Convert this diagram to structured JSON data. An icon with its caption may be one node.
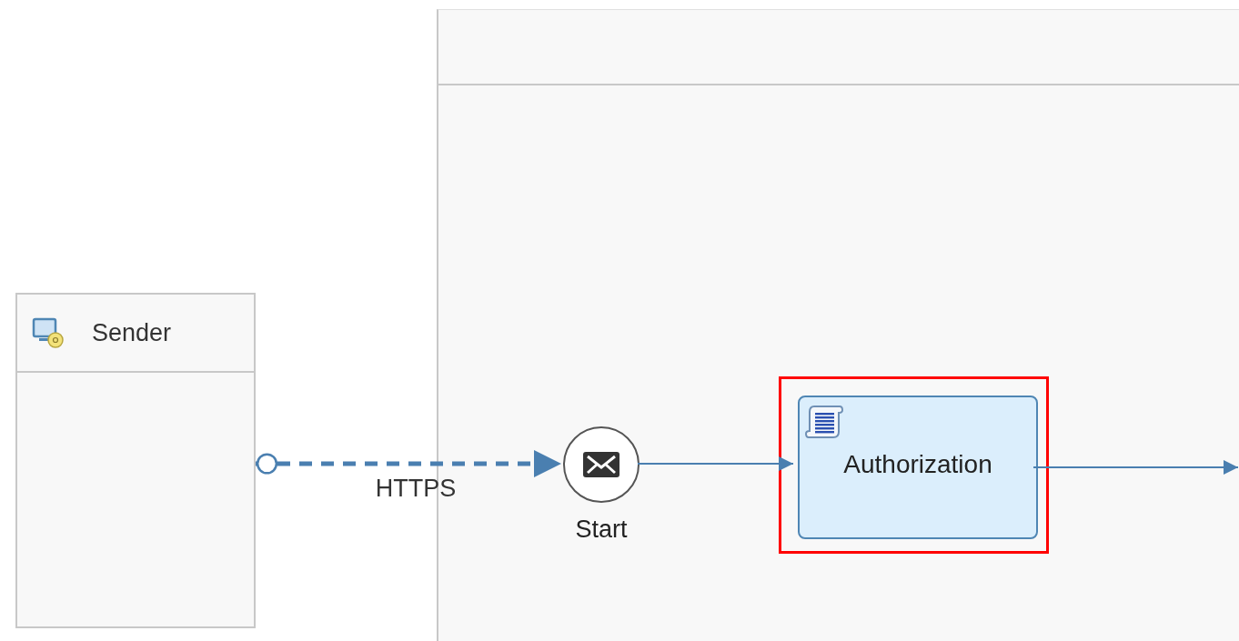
{
  "diagram": {
    "nodes": [
      {
        "text": [
          "Sender"
        ]
      },
      {
        "text": [],
        "shape": "box"
      },
      {
        "text": [],
        "shape": "circle",
        "in": 1,
        "beside": [
          "Start"
        ]
      },
      {
        "text": [],
        "shape": "box",
        "in": 1
      },
      {
        "text": [
          "Authorization"
        ],
        "in": 3
      }
    ],
    "edges": [
      {
        "from": 0,
        "to": 2,
        "arrow": "to",
        "label": "HTTPS",
        "style": "dashed"
      },
      {
        "from": 2,
        "to": 4,
        "arrow": "to"
      },
      {
        "from": 4,
        "to": null,
        "arrow": "to"
      }
    ]
  }
}
